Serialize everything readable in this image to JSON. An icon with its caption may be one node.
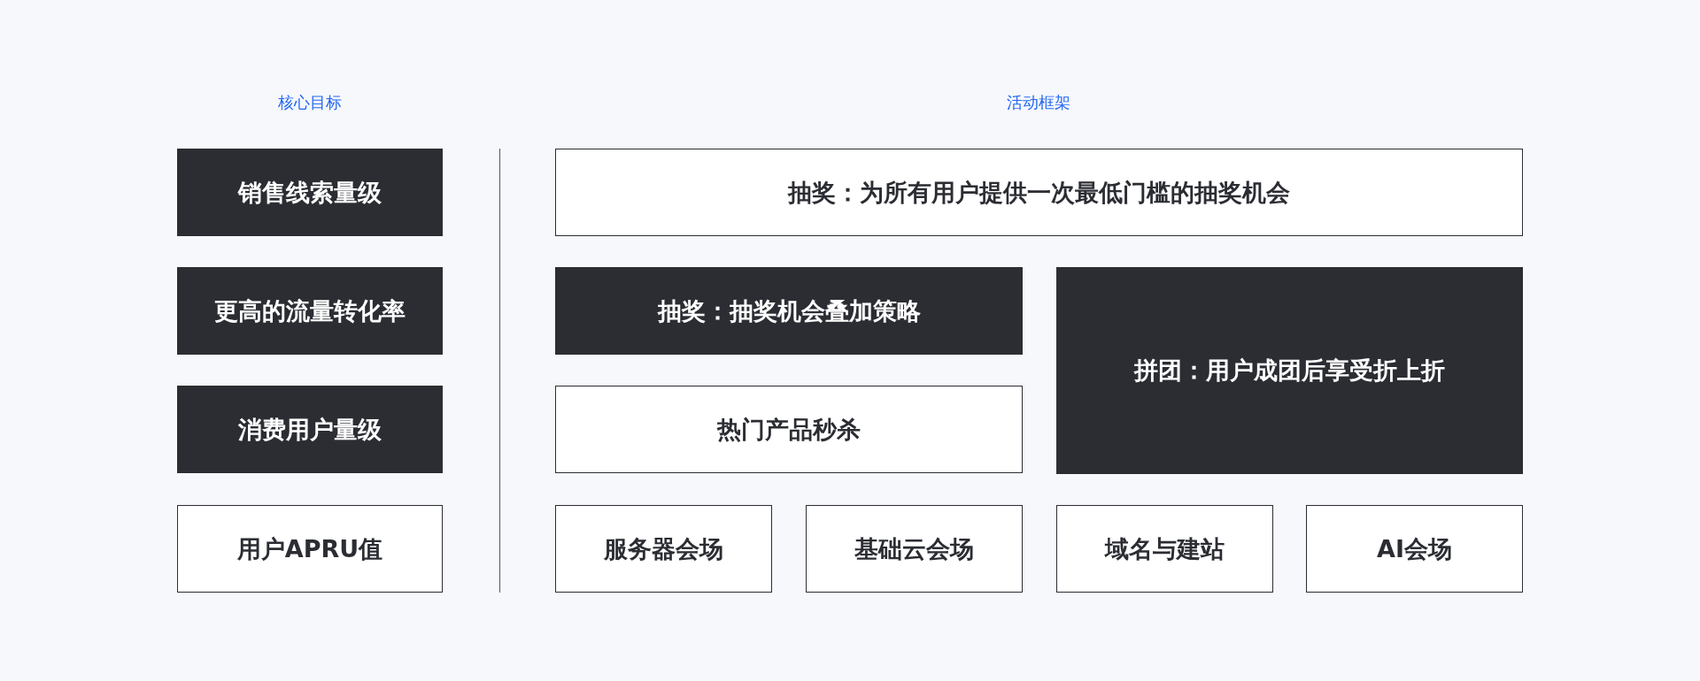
{
  "diagram": {
    "nodes": [
      {
        "text": [
          "销售线索量级"
        ]
      },
      {
        "text": [
          "更高的流量转化率"
        ]
      },
      {
        "text": [
          "消费用户量级"
        ]
      },
      {
        "text": [
          "用户APRU值"
        ]
      },
      {
        "text": [
          "抽奖：为所有用户提供一次最低门槛的抽奖机会"
        ]
      },
      {
        "text": [
          "抽奖：抽奖机会叠加策略"
        ]
      },
      {
        "text": [
          "热门产品秒杀"
        ]
      },
      {
        "text": [
          "拼团：用户成团后享受折上折"
        ]
      },
      {
        "text": [
          "服务器会场"
        ]
      },
      {
        "text": [
          "基础云会场"
        ]
      },
      {
        "text": [
          "域名与建站"
        ]
      },
      {
        "text": [
          "AI会场"
        ]
      }
    ],
    "labels": [
      "核心目标",
      "活动框架"
    ]
  }
}
